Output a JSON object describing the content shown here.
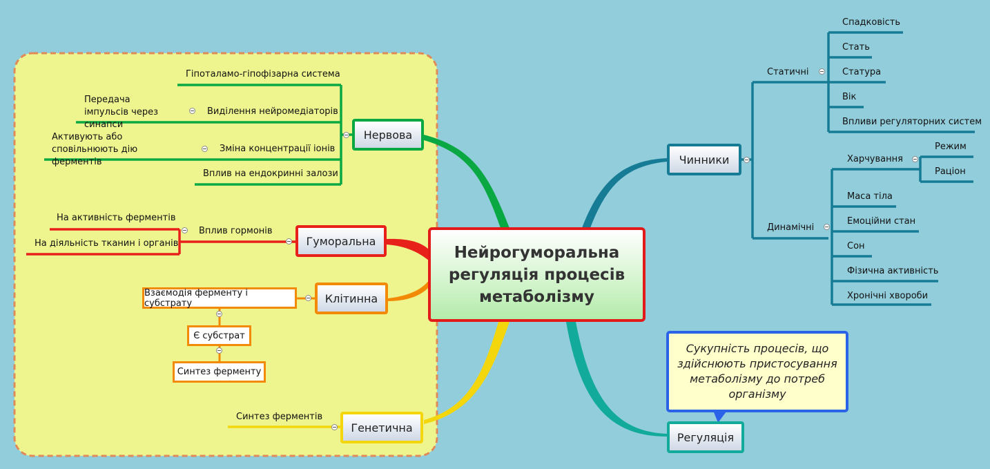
{
  "central_topic": "Нейрогуморальна регуляція процесів метаболізму",
  "branches": {
    "nervova": {
      "label": "Нервова",
      "items": {
        "hypothalamus": "Гіпоталамо-гіпофізарна система",
        "neuromediators": "Виділення нейромедіаторів",
        "synapses": "Передача імпульсів через синапси",
        "ions": "Зміна концентрації іонів",
        "enzymes_speed": "Активують або сповільнюють дію ферментів",
        "endocrine": "Вплив на ендокринні залози"
      }
    },
    "humoralna": {
      "label": "Гуморальна",
      "items": {
        "hormones": "Вплив гормонів",
        "enzyme_activity": "На активність ферментів",
        "tissues": "На діяльність тканин і органів"
      }
    },
    "klitynna": {
      "label": "Клітинна",
      "items": {
        "interaction": "Взаємодія ферменту і субстрату",
        "substrate": "Є субстрат",
        "synthesis": "Синтез ферменту"
      }
    },
    "henetychna": {
      "label": "Генетична",
      "items": {
        "synthesis": "Синтез ферментів"
      }
    },
    "chynnyky": {
      "label": "Чинники",
      "statychni": {
        "label": "Статичні",
        "items": [
          "Спадковість",
          "Стать",
          "Статура",
          "Вік",
          "Впливи регуляторних систем"
        ]
      },
      "dynamichni": {
        "label": "Динамічні",
        "kharchuvannia": {
          "label": "Харчування",
          "items": [
            "Режим",
            "Раціон"
          ]
        },
        "items": [
          "Маса тіла",
          "Емоційни стан",
          "Сон",
          "Фізична активність",
          "Хронічні хвороби"
        ]
      }
    },
    "rehuliatsiia": {
      "label": "Регуляція",
      "note": "Сукупність процесів, що здійснюють пристосування метаболізму до потреб організму"
    }
  },
  "colors": {
    "background": "#92cddb",
    "region_fill": "#eef58f",
    "region_border": "#e08a5a",
    "nervova": "#0aa843",
    "humoralna": "#e8201a",
    "klitynna": "#f28a05",
    "henetychna": "#f3d70c",
    "chynnyky": "#167b95",
    "rehuliatsiia": "#12aa9a",
    "center_border": "#e21a1a",
    "callout_border": "#2a62e8"
  }
}
